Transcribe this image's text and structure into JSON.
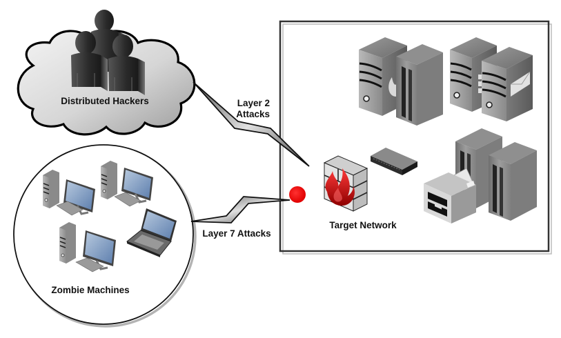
{
  "diagram": {
    "title": "DDoS attack on target network",
    "groups": {
      "hackers": {
        "label": "Distributed Hackers",
        "shape": "cloud",
        "icon": "people-group-icon",
        "count": 3
      },
      "zombies": {
        "label": "Zombie Machines",
        "shape": "circle",
        "devices": [
          {
            "type": "desktop",
            "icon": "desktop-computer-icon"
          },
          {
            "type": "desktop",
            "icon": "desktop-computer-icon"
          },
          {
            "type": "desktop",
            "icon": "desktop-computer-icon"
          },
          {
            "type": "laptop",
            "icon": "laptop-icon"
          }
        ]
      },
      "target": {
        "label": "Target Network",
        "shape": "rectangle",
        "devices": [
          {
            "type": "firewall",
            "icon": "firewall-icon"
          },
          {
            "type": "switch",
            "icon": "network-switch-icon"
          },
          {
            "type": "web-server",
            "icon": "server-icon"
          },
          {
            "type": "rack-server",
            "icon": "rack-server-icon"
          },
          {
            "type": "database-server",
            "icon": "server-icon"
          },
          {
            "type": "mail-server",
            "icon": "mail-server-icon"
          },
          {
            "type": "rack-server",
            "icon": "rack-server-icon"
          },
          {
            "type": "printer",
            "icon": "printer-icon"
          },
          {
            "type": "rack-server",
            "icon": "rack-server-icon"
          }
        ]
      }
    },
    "attacks": [
      {
        "from": "hackers",
        "to": "target",
        "label_line1": "Layer 2",
        "label_line2": "Attacks",
        "style": "lightning-bolt"
      },
      {
        "from": "zombies",
        "to": "target",
        "label": "Layer 7 Attacks",
        "style": "lightning-bolt"
      }
    ],
    "impact_marker": {
      "color": "#ee0000",
      "shape": "dot"
    },
    "colors": {
      "outline": "#000000",
      "frame": "#333333",
      "frame_shadow": "#bbbbbb",
      "cloud_fill_light": "#f2f2f2",
      "cloud_fill_dark": "#a8a8a8",
      "flame": "#cc0000",
      "screen": "#7f9dc4"
    }
  }
}
